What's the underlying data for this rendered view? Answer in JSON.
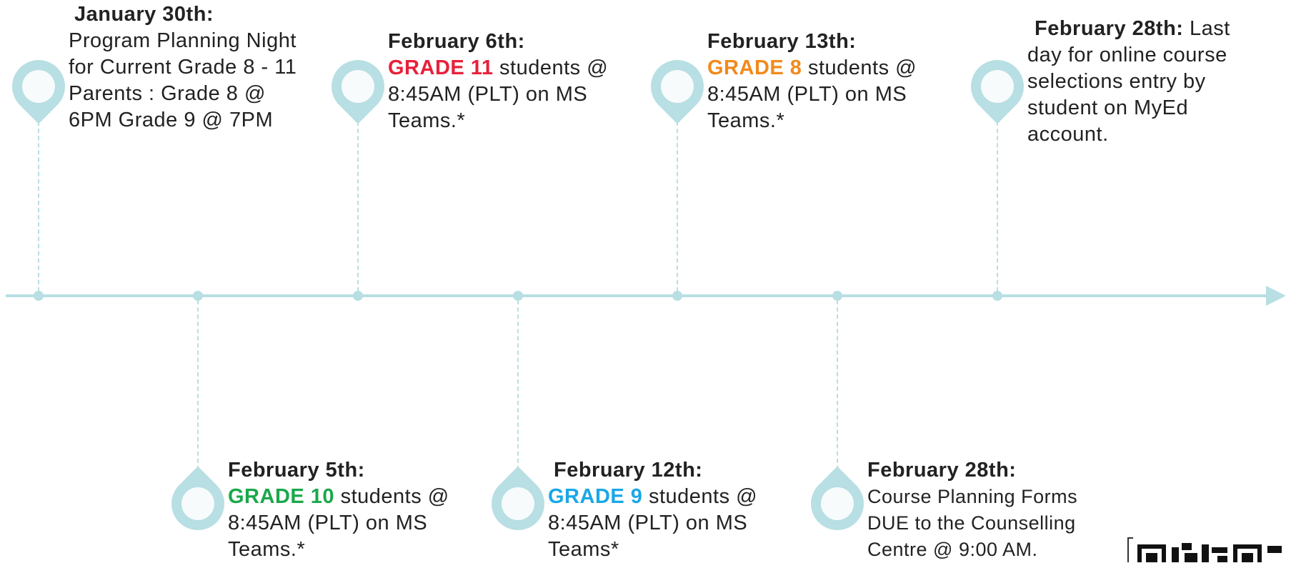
{
  "colors": {
    "line": "#b8dfe3",
    "grade11": "#e8203a",
    "grade8": "#f28a1c",
    "grade10": "#1aa84a",
    "grade9": "#1aa7e6"
  },
  "events_top": [
    {
      "date": "January 30th:",
      "body": "Program Planning Night for Current Grade 8 - 11 Parents : Grade 8 @ 6PM Grade 9 @ 7PM"
    },
    {
      "date": "February 6th:",
      "grade": "GRADE 11",
      "body": " students @ 8:45AM (PLT) on MS Teams.*"
    },
    {
      "date": "February 13th:",
      "grade": "GRADE 8",
      "body": " students @ 8:45AM (PLT) on MS Teams.*"
    },
    {
      "date": "February 28th:",
      "body": " Last day for online course selections entry by student on MyEd account."
    }
  ],
  "events_bottom": [
    {
      "date": "February 5th:",
      "grade": "GRADE 10",
      "body": " students @ 8:45AM (PLT) on MS Teams.*"
    },
    {
      "date": "February 12th:",
      "grade": "GRADE 9",
      "body": " students @ 8:45AM (PLT) on MS Teams*"
    },
    {
      "date": "February 28th:",
      "body": "Course Planning Forms DUE to the Counselling Centre @ 9:00 AM."
    }
  ],
  "icons": {
    "pin": "map-pin-icon",
    "qr": "qr-code-icon"
  }
}
